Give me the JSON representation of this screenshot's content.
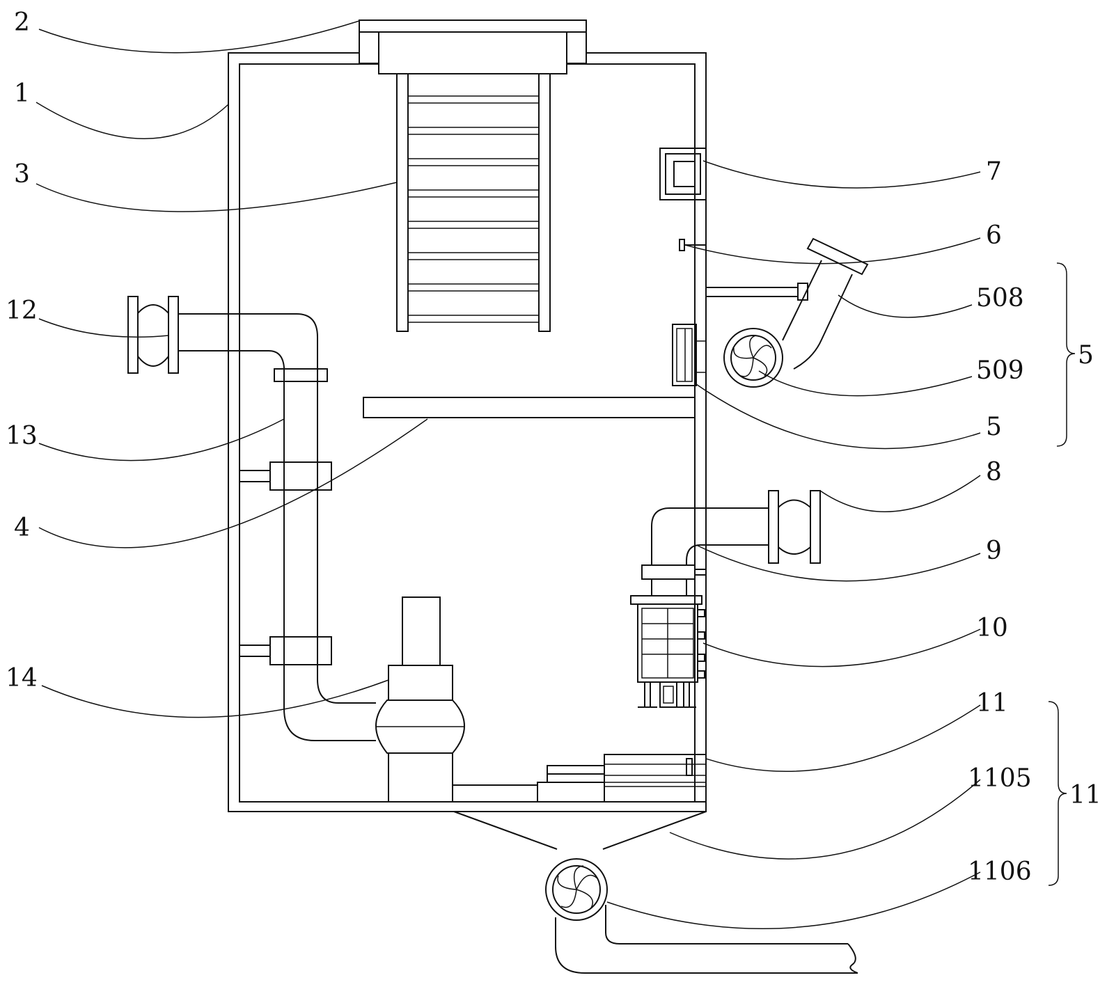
{
  "labels": {
    "l1": "1",
    "l2": "2",
    "l3": "3",
    "l4": "4",
    "l5_part": "5",
    "l5_group": "5",
    "l6": "6",
    "l7": "7",
    "l8": "8",
    "l9": "9",
    "l10": "10",
    "l11_part": "11",
    "l11_group": "11",
    "l12": "12",
    "l13": "13",
    "l14": "14",
    "l508": "508",
    "l509": "509",
    "l1105": "1105",
    "l1106": "1106"
  },
  "colors": {
    "line": "#111111",
    "background": "#ffffff"
  }
}
